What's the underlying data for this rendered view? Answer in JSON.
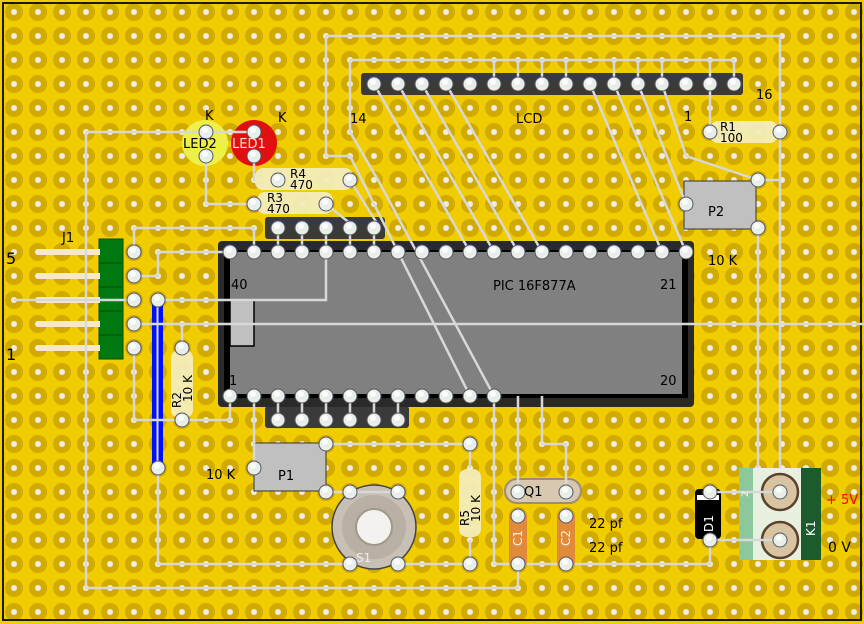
{
  "colors": {
    "board": "#f0cc00",
    "pad_ring": "#d1aa00",
    "hole": "#f0ede0",
    "wire": "#d8d8d8",
    "chip_body": "#808080",
    "header": "#3a3a3a",
    "pot_body": "#c0c0c0",
    "jumper": "#0010ff",
    "resistor": "#f2ecb8",
    "cap": "#e08a3a",
    "led_red": "#e01010",
    "led_yellow": "#f0f040",
    "connector_green": "#007a10",
    "plus_label": "#ff0000"
  },
  "labels": {
    "lcd": "LCD",
    "lcd_pin14": "14",
    "lcd_pin1": "1",
    "lcd_pin16": "16",
    "led2": "LED2",
    "led1": "LED1",
    "led2_k": "K",
    "led1_k": "K",
    "r4": "R4",
    "r4_val": "470",
    "r3": "R3",
    "r3_val": "470",
    "r1": "R1",
    "r1_val": "100",
    "r2": "R2",
    "r2_val": "10 K",
    "r5": "R5",
    "r5_val": "10 K",
    "j1": "J1",
    "j1_pin5": "5",
    "j1_pin1": "1",
    "chip": "PIC 16F877A",
    "chip_pin40": "40",
    "chip_pin21": "21",
    "chip_pin1": "1",
    "chip_pin20": "20",
    "p1": "P1",
    "p1_val": "10 K",
    "p2": "P2",
    "p2_val": "10 K",
    "s1": "S1",
    "q1": "Q1",
    "c1": "C1",
    "c2": "C2",
    "c1_val": "22 pf",
    "c2_val": "22 pf",
    "d1": "D1",
    "k1": "K1",
    "k1_pin2": "2",
    "plus5v": "+ 5V",
    "zero_v": "0 V"
  }
}
